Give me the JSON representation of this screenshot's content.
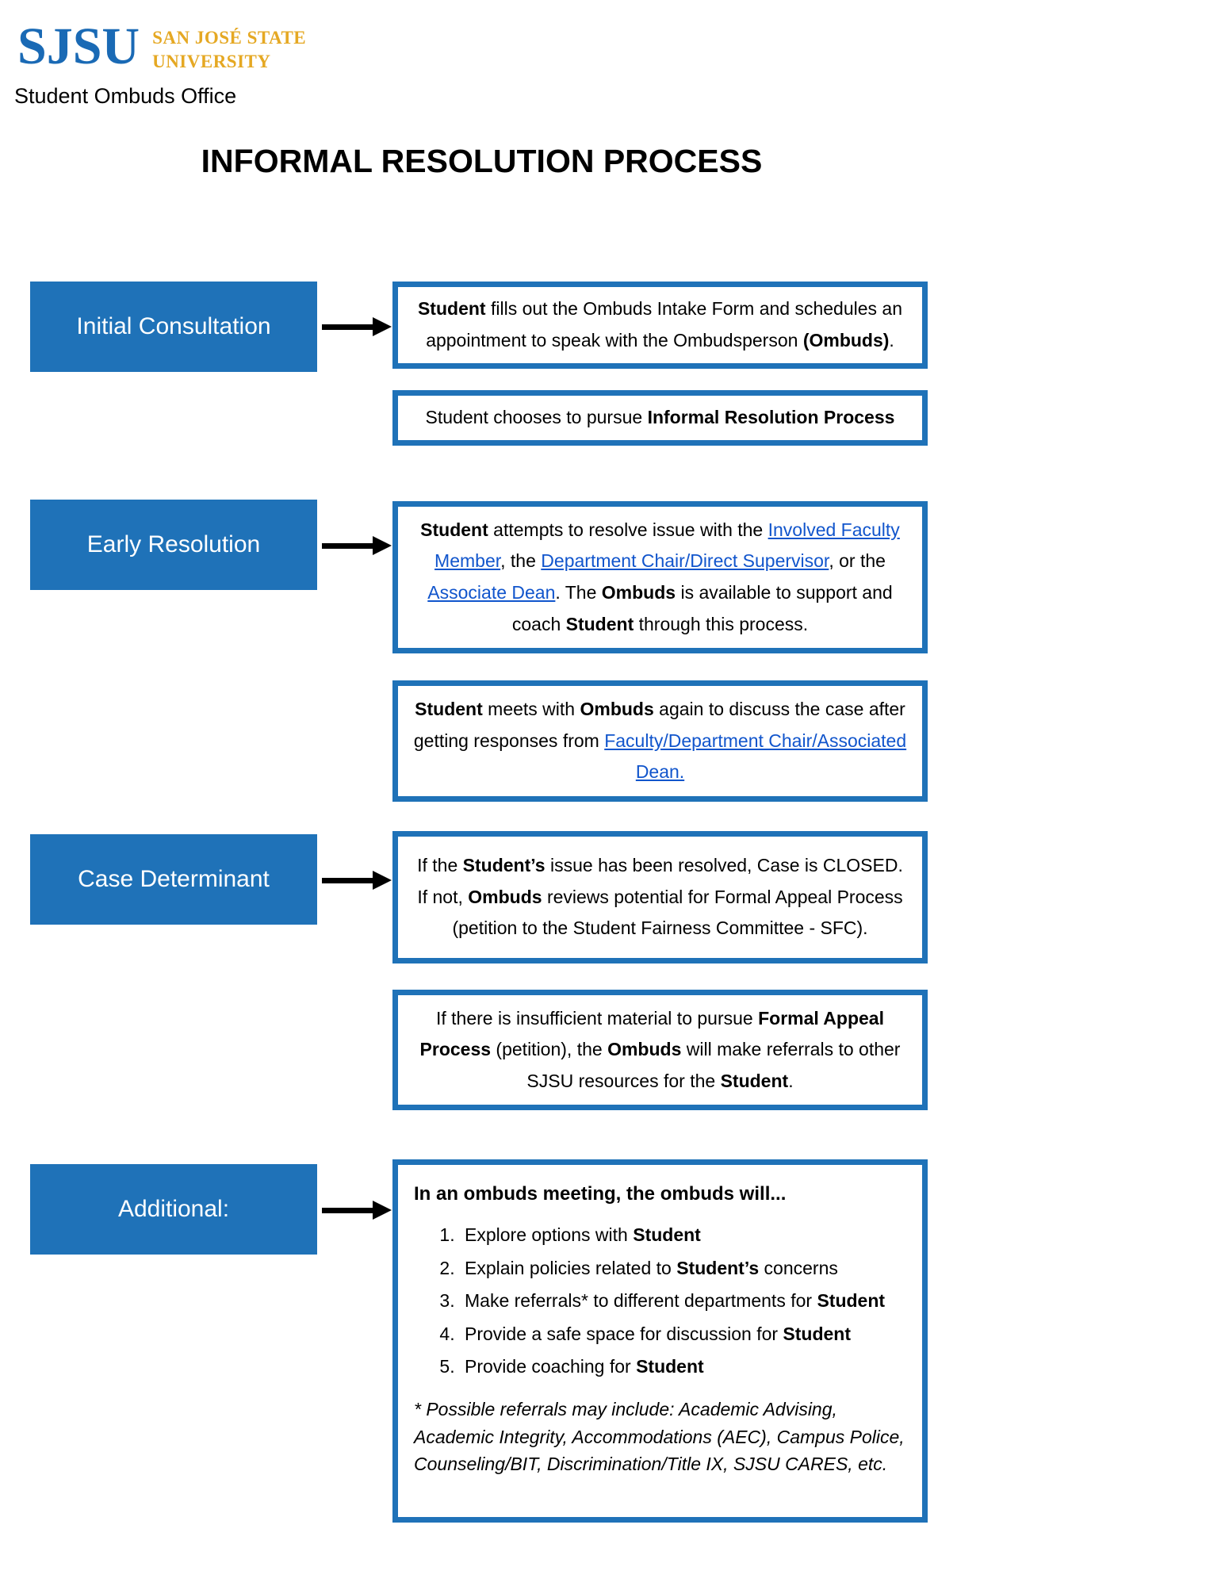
{
  "header": {
    "logo": {
      "acronym": "SJSU",
      "name_line1": "SAN JOSÉ STATE",
      "name_line2": "UNIVERSITY"
    },
    "office": "Student Ombuds Office"
  },
  "title": "INFORMAL RESOLUTION PROCESS",
  "colors": {
    "primary_blue": "#1f72b8",
    "logo_blue": "#1a6ab5",
    "logo_gold": "#e5a823",
    "link_blue": "#1155cc"
  },
  "stages": [
    {
      "label": "Initial Consultation",
      "boxes": [
        [
          {
            "t": "Student",
            "b": true
          },
          {
            "t": " fills out the Ombuds Intake Form and schedules an appointment to speak with the Ombudsperson "
          },
          {
            "t": "(Ombuds)",
            "b": true
          },
          {
            "t": "."
          }
        ],
        [
          {
            "t": "Student chooses to pursue "
          },
          {
            "t": "Informal Resolution Process",
            "b": true
          }
        ]
      ]
    },
    {
      "label": "Early Resolution",
      "boxes": [
        [
          {
            "t": "Student",
            "b": true
          },
          {
            "t": " attempts to resolve issue with the "
          },
          {
            "t": "Involved Faculty Member",
            "l": true
          },
          {
            "t": ", the "
          },
          {
            "t": "Department Chair/Direct Supervisor",
            "l": true
          },
          {
            "t": ", or the "
          },
          {
            "t": "Associate Dean",
            "l": true
          },
          {
            "t": ". The "
          },
          {
            "t": "Ombuds",
            "b": true
          },
          {
            "t": " is available to support and coach "
          },
          {
            "t": "Student",
            "b": true
          },
          {
            "t": " through this process."
          }
        ],
        [
          {
            "t": "Student",
            "b": true
          },
          {
            "t": " meets with "
          },
          {
            "t": "Ombuds",
            "b": true
          },
          {
            "t": " again to discuss the case after getting responses from "
          },
          {
            "t": "Faculty/Department Chair/Associated Dean.",
            "l": true
          }
        ]
      ]
    },
    {
      "label": "Case Determinant",
      "boxes": [
        [
          {
            "t": "If the "
          },
          {
            "t": "Student’s",
            "b": true
          },
          {
            "t": " issue has been resolved, Case is CLOSED. If not, "
          },
          {
            "t": "Ombuds",
            "b": true
          },
          {
            "t": " reviews potential for Formal Appeal Process (petition to the Student Fairness Committee - SFC)."
          }
        ],
        [
          {
            "t": "If there is insufficient material to pursue "
          },
          {
            "t": "Formal Appeal Process",
            "b": true
          },
          {
            "t": " (petition), the "
          },
          {
            "t": "Ombuds",
            "b": true
          },
          {
            "t": " will make referrals to other SJSU resources for the "
          },
          {
            "t": "Student",
            "b": true
          },
          {
            "t": "."
          }
        ]
      ]
    },
    {
      "label": "Additional:",
      "boxes": []
    }
  ],
  "additional": {
    "heading": [
      {
        "t": "In an ombuds meeting, the ombuds will...",
        "b": true
      }
    ],
    "items": [
      [
        {
          "t": "Explore options with "
        },
        {
          "t": "Student",
          "b": true
        }
      ],
      [
        {
          "t": "Explain policies related to "
        },
        {
          "t": "Student’s",
          "b": true
        },
        {
          "t": " concerns"
        }
      ],
      [
        {
          "t": "Make referrals* to different departments for "
        },
        {
          "t": "Student",
          "b": true
        }
      ],
      [
        {
          "t": "Provide a safe space for discussion for "
        },
        {
          "t": "Student",
          "b": true
        }
      ],
      [
        {
          "t": "Provide coaching for "
        },
        {
          "t": "Student",
          "b": true
        }
      ]
    ],
    "footnote": [
      {
        "t": "* Possible referrals may include: Academic Advising, Academic Integrity, Accommodations (AEC), Campus Police, Counseling/BIT, Discrimination/Title IX, SJSU CARES, etc.",
        "i": true
      }
    ]
  }
}
